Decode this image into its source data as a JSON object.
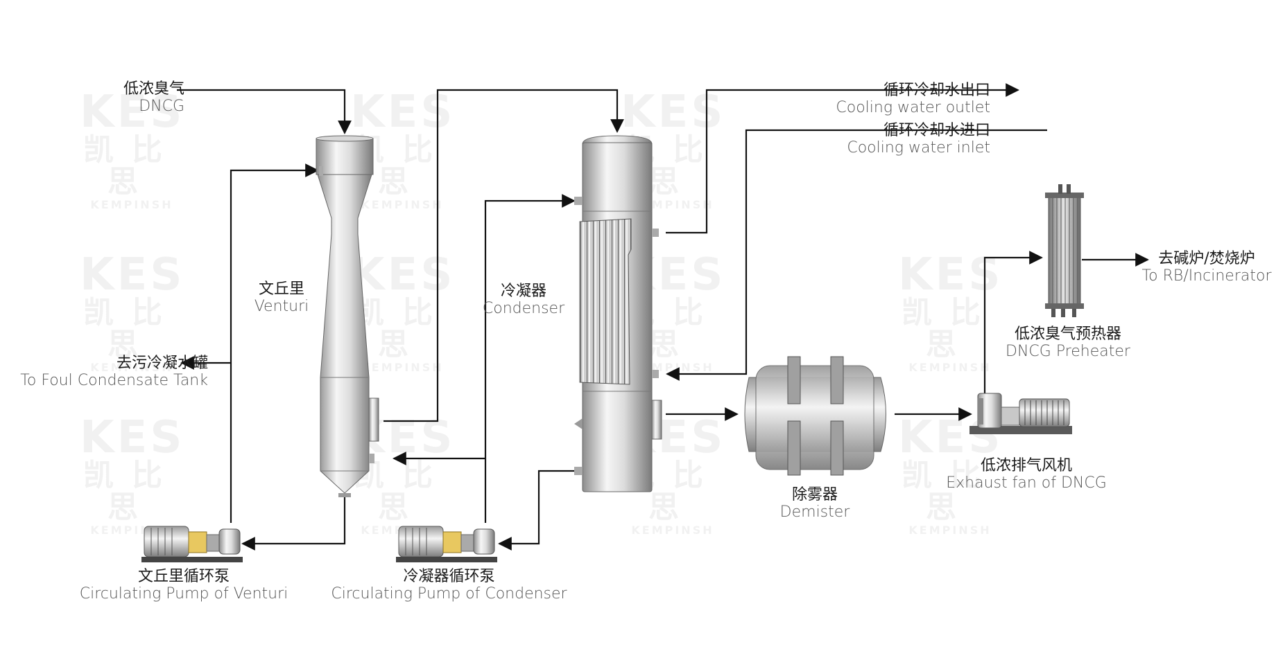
{
  "colors": {
    "line": "#111111",
    "equipment_light": "#f4f4f4",
    "equipment_dark": "#8a8a8a",
    "pump_yellow": "#e8c860"
  },
  "watermark": {
    "logo": "KES",
    "cn": "凯比思",
    "sub": "KEMPINSH"
  },
  "labels": {
    "dncg_in": {
      "zh": "低浓臭气",
      "en": "DNCG"
    },
    "venturi": {
      "zh": "文丘里",
      "en": "Venturi"
    },
    "foul_tank": {
      "zh": "去污冷凝水罐",
      "en": "To Foul Condensate Tank"
    },
    "condenser": {
      "zh": "冷凝器",
      "en": "Condenser"
    },
    "cw_outlet": {
      "zh": "循环冷却水出口",
      "en": "Cooling water outlet"
    },
    "cw_inlet": {
      "zh": "循环冷却水进口",
      "en": "Cooling water inlet"
    },
    "to_rb": {
      "zh": "去碱炉/焚烧炉",
      "en": "To RB/Incinerator"
    },
    "preheater": {
      "zh": "低浓臭气预热器",
      "en": "DNCG Preheater"
    },
    "demister": {
      "zh": "除雾器",
      "en": "Demister"
    },
    "fan": {
      "zh": "低浓排气风机",
      "en": "Exhaust fan of DNCG"
    },
    "venturi_pump": {
      "zh": "文丘里循环泵",
      "en": "Circulating Pump of Venturi"
    },
    "condenser_pump": {
      "zh": "冷凝器循环泵",
      "en": "Circulating Pump of Condenser"
    }
  }
}
